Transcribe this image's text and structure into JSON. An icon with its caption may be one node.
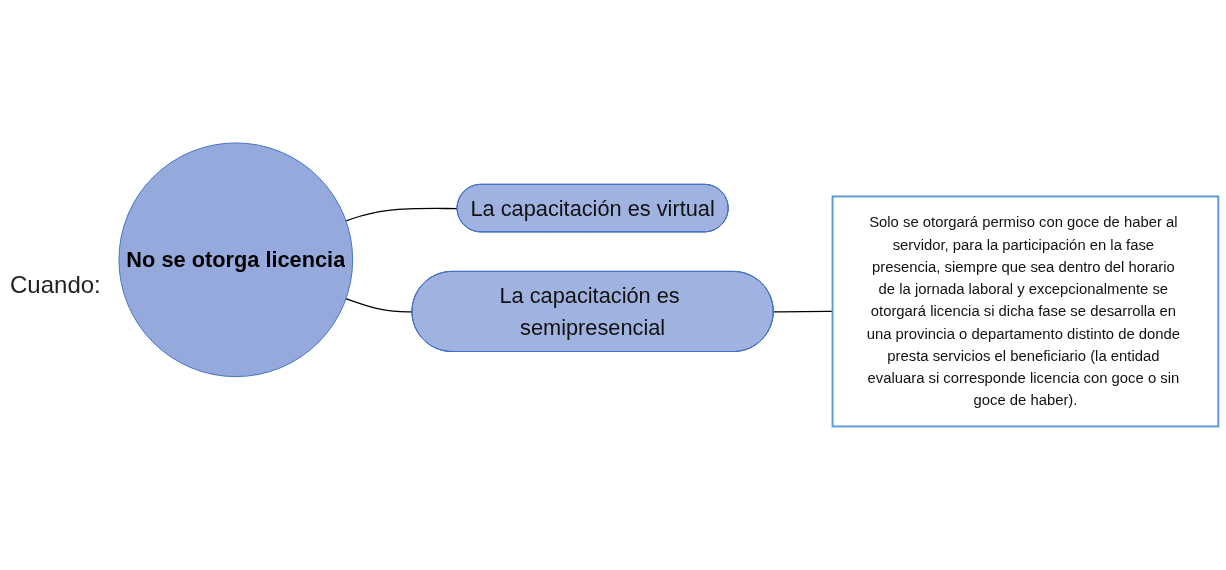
{
  "diagram": {
    "nodes": [
      {
        "text": [
          "No se otorga licencia"
        ]
      },
      {
        "text": [
          "La capacitación es virtual"
        ]
      },
      {
        "text": [
          "La capacitación es semipresencial"
        ]
      },
      {
        "text": [
          "Solo se otorgará permiso con goce de haber al servidor, para la participación en la fase presencia, siempre que sea dentro del horario de la jornada laboral y excepcionalmente se otorgará licencia si dicha fase se desarrolla en una provincia o departamento distinto de donde presta servicios el beneficiario (la entidad evaluara si corresponde licencia con goce o sin goce de haber)."
        ]
      }
    ],
    "edges": [
      {
        "from": 0,
        "to": 1,
        "arrow": "none"
      },
      {
        "from": 0,
        "to": 2,
        "arrow": "none"
      },
      {
        "from": 2,
        "to": 3,
        "arrow": "none"
      }
    ],
    "labels": [
      "Cuando:"
    ]
  }
}
